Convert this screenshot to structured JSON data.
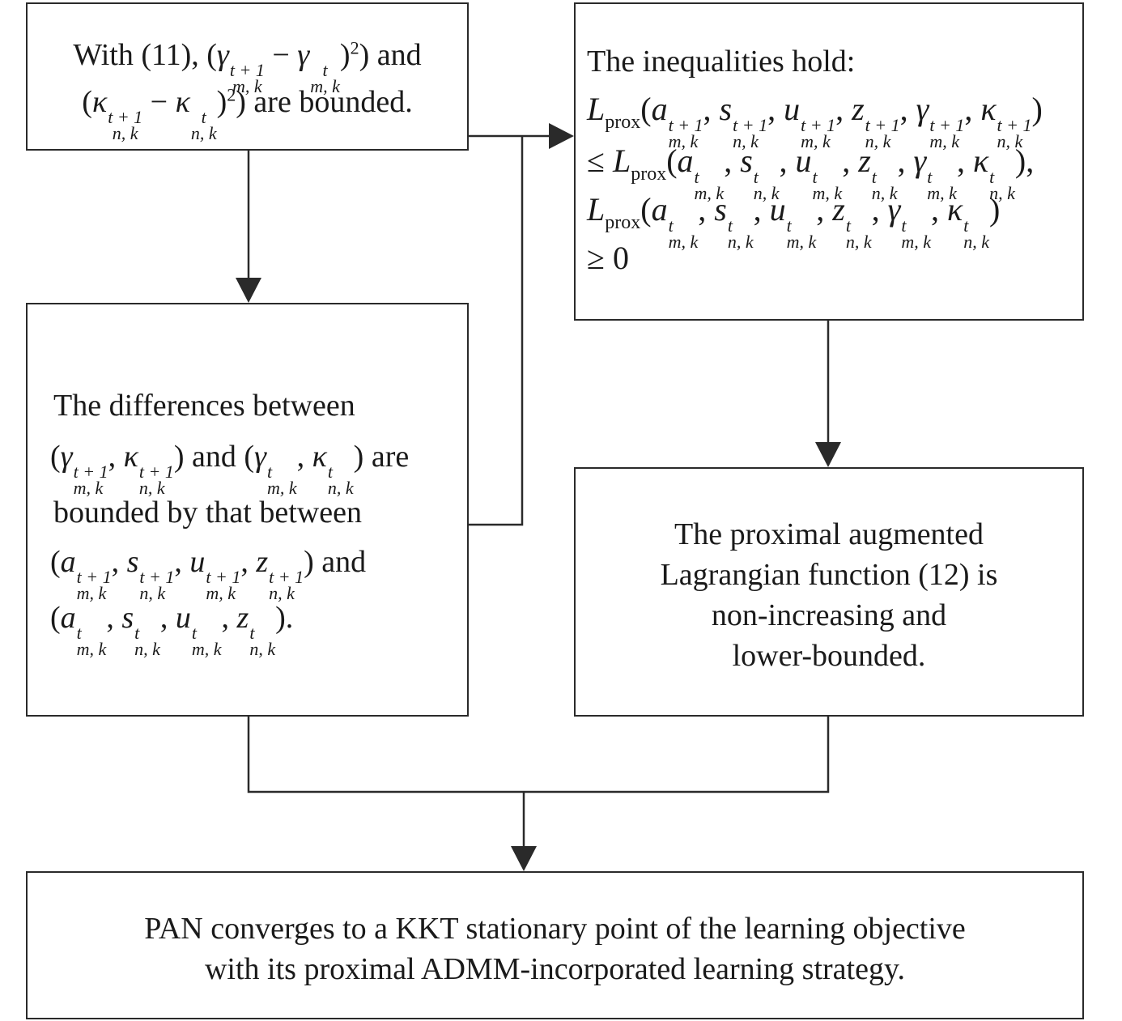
{
  "box1": {
    "line1_prefix": "With (11), (",
    "line1_suffix": ") and",
    "line2_suffix": ") are bounded."
  },
  "box2": {
    "heading": "The inequalities hold:",
    "lprox_sub": "prox",
    "le_symbol": "≤",
    "ge_line": "≥ 0"
  },
  "box3": {
    "line1": "The differences between",
    "line2_mid": ") and (",
    "line2_end": ") are",
    "line3": "bounded by that between",
    "line4_end": ") and",
    "line5_end": ")."
  },
  "box4": {
    "line1": "The proximal augmented",
    "line2": "Lagrangian function (12) is",
    "line3": "non-increasing and",
    "line4": "lower-bounded."
  },
  "box5": {
    "line1": "PAN converges to a KKT stationary point of the learning objective",
    "line2": "with its proximal ADMM-incorporated learning strategy."
  },
  "colors": {
    "stroke": "#2a2a2a",
    "text": "#1a1a1a"
  }
}
